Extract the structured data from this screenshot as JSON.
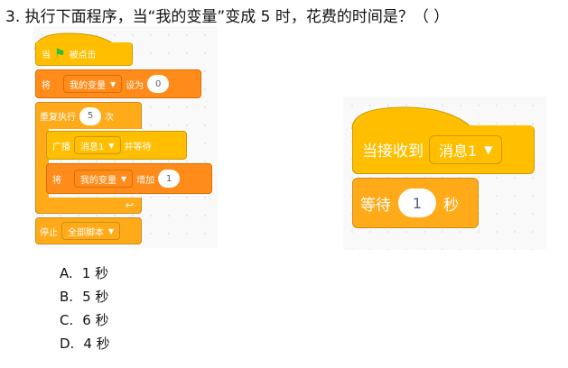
{
  "question": "3. 执行下面程序，当“我的变量”变成 5 时，花费的时间是？（ ）",
  "script_left": {
    "hat_when": "当",
    "hat_clicked": "被点击",
    "set_label": "将",
    "set_var": "我的变量",
    "set_to": "设为",
    "set_value": "0",
    "repeat_label": "重复执行",
    "repeat_count": "5",
    "repeat_times": "次",
    "broadcast_label": "广播",
    "broadcast_msg": "消息1",
    "broadcast_wait": "并等待",
    "change_label": "将",
    "change_var": "我的变量",
    "change_by": "增加",
    "change_value": "1",
    "stop_label": "停止",
    "stop_option": "全部脚本",
    "loop_arrow_icon": "loop-arrow"
  },
  "script_right": {
    "receive_label": "当接收到",
    "receive_msg": "消息1",
    "wait_label": "等待",
    "wait_value": "1",
    "wait_unit": "秒"
  },
  "options": [
    {
      "letter": "A.",
      "text": "1 秒"
    },
    {
      "letter": "B.",
      "text": "5 秒"
    },
    {
      "letter": "C.",
      "text": "6 秒"
    },
    {
      "letter": "D.",
      "text": "4 秒"
    }
  ],
  "colors": {
    "events": "#ffbf00",
    "control": "#ffab19",
    "variables": "#ff8c1a",
    "flag": "#2bbf3f"
  }
}
